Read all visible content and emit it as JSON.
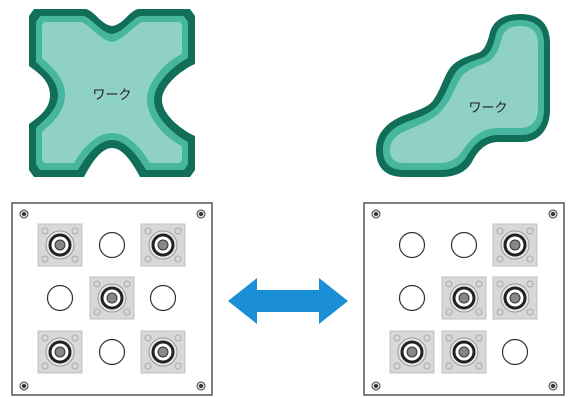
{
  "workpieces": [
    {
      "label": "ワーク",
      "shape": "cross-notched-square"
    },
    {
      "label": "ワーク",
      "shape": "stepped-s"
    }
  ],
  "plates": [
    {
      "grid": [
        [
          true,
          false,
          true
        ],
        [
          false,
          true,
          false
        ],
        [
          true,
          false,
          true
        ]
      ]
    },
    {
      "grid": [
        [
          false,
          false,
          true
        ],
        [
          false,
          true,
          true
        ],
        [
          true,
          true,
          false
        ]
      ]
    }
  ],
  "arrow": {
    "type": "bidirectional",
    "color": "#1a8fd6"
  },
  "colors": {
    "work_fill": "#8fd1c4",
    "work_rim": "#46b79e",
    "work_outline": "#116e58",
    "plate_border": "#555555",
    "clamp_pad": "#d8d8d8"
  }
}
